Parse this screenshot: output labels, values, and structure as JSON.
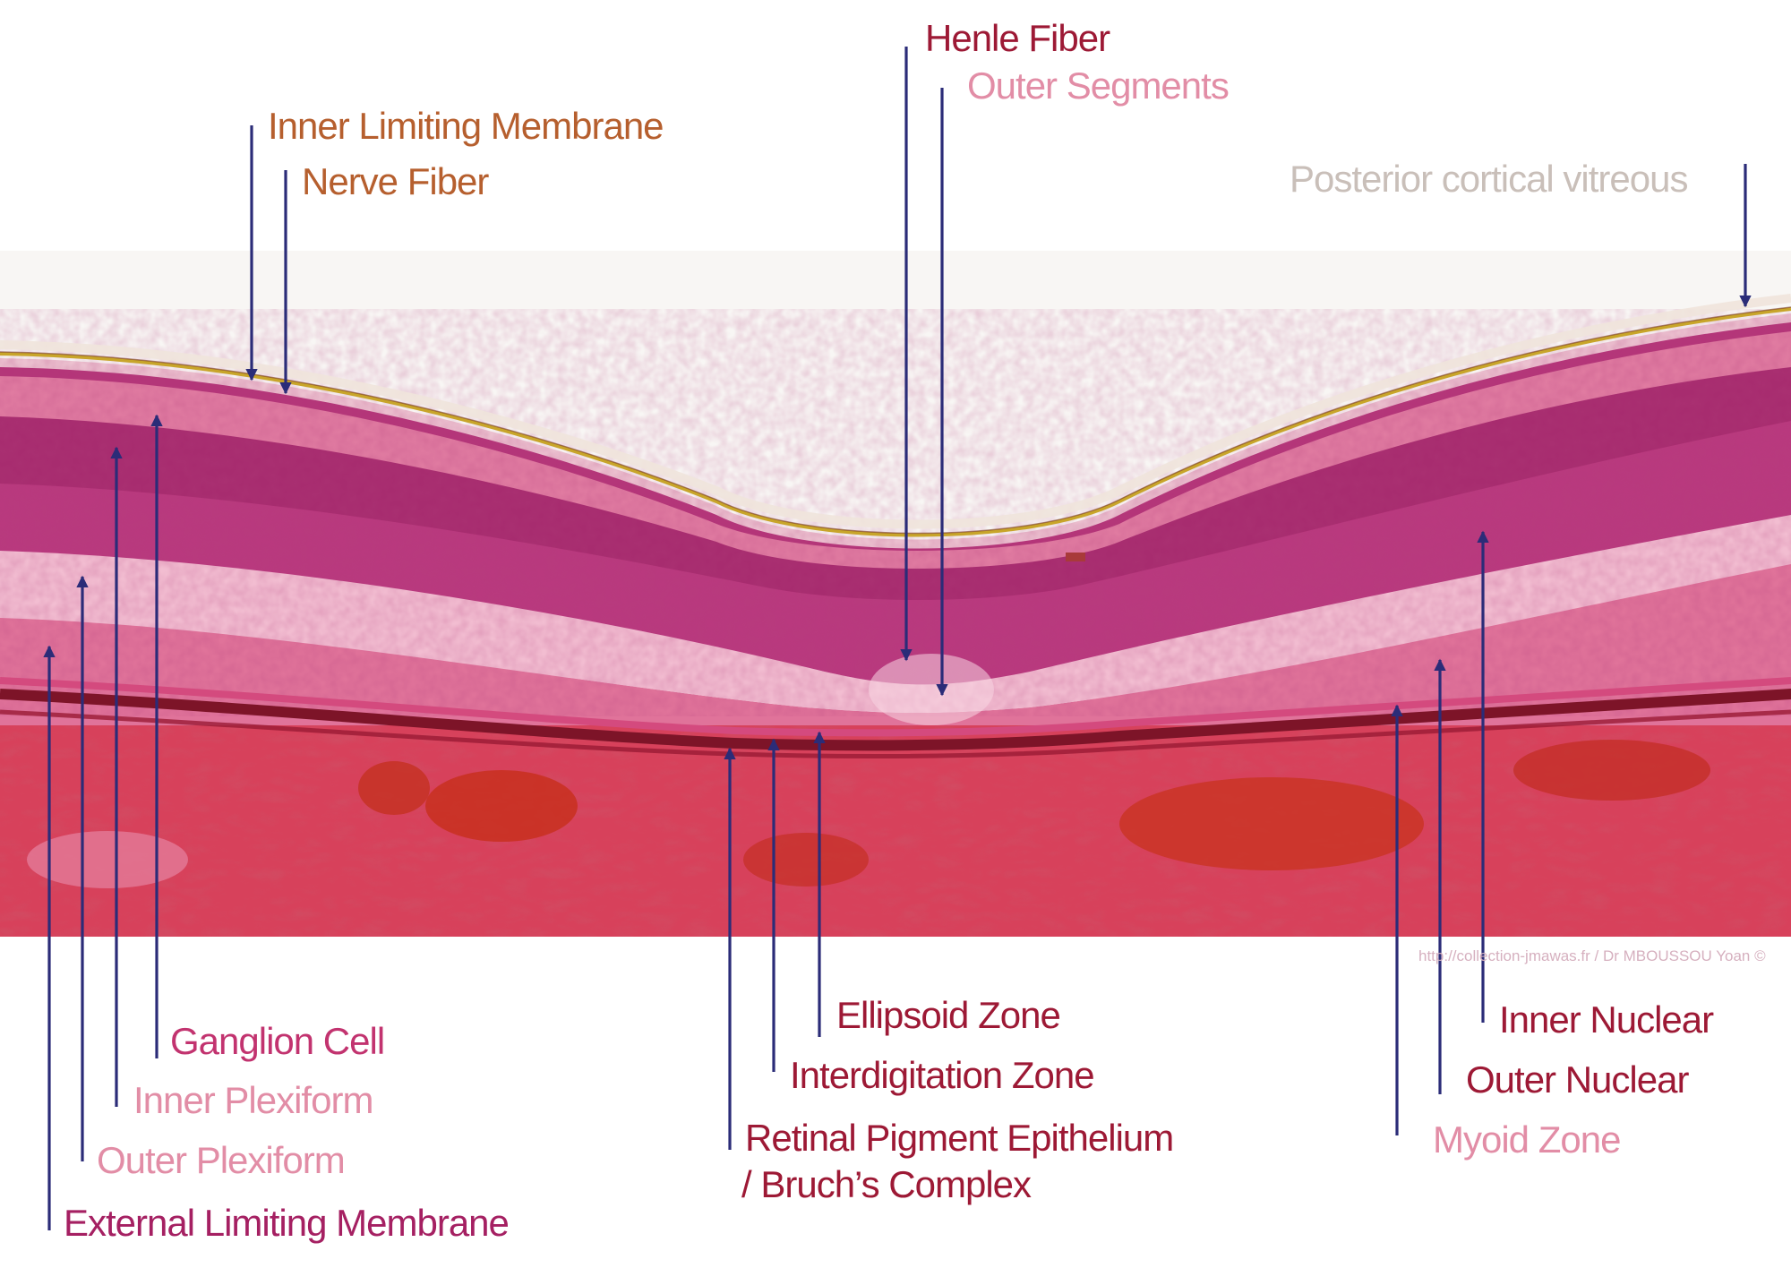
{
  "labels": {
    "henle_fiber": "Henle Fiber",
    "outer_segments": "Outer Segments",
    "inner_limiting_membrane": "Inner Limiting Membrane",
    "nerve_fiber": "Nerve Fiber",
    "posterior_cortical_vitreous": "Posterior cortical vitreous",
    "ganglion_cell": "Ganglion Cell",
    "inner_plexiform": "Inner Plexiform",
    "outer_plexiform": "Outer Plexiform",
    "external_limiting_membrane": "External Limiting Membrane",
    "ellipsoid_zone": "Ellipsoid Zone",
    "interdigitation_zone": "Interdigitation Zone",
    "rpe_line1": "Retinal Pigment Epithelium",
    "rpe_line2": "/ Bruch’s Complex",
    "inner_nuclear": "Inner Nuclear",
    "outer_nuclear": "Outer Nuclear",
    "myoid_zone": "Myoid Zone"
  },
  "credit": "http://collection-jmawas.fr / Dr MBOUSSOU Yoan ©",
  "colors": {
    "arrow": "#2b2c78",
    "vitreous_background": "#f8f6f4",
    "choroid": "#d7415b"
  }
}
